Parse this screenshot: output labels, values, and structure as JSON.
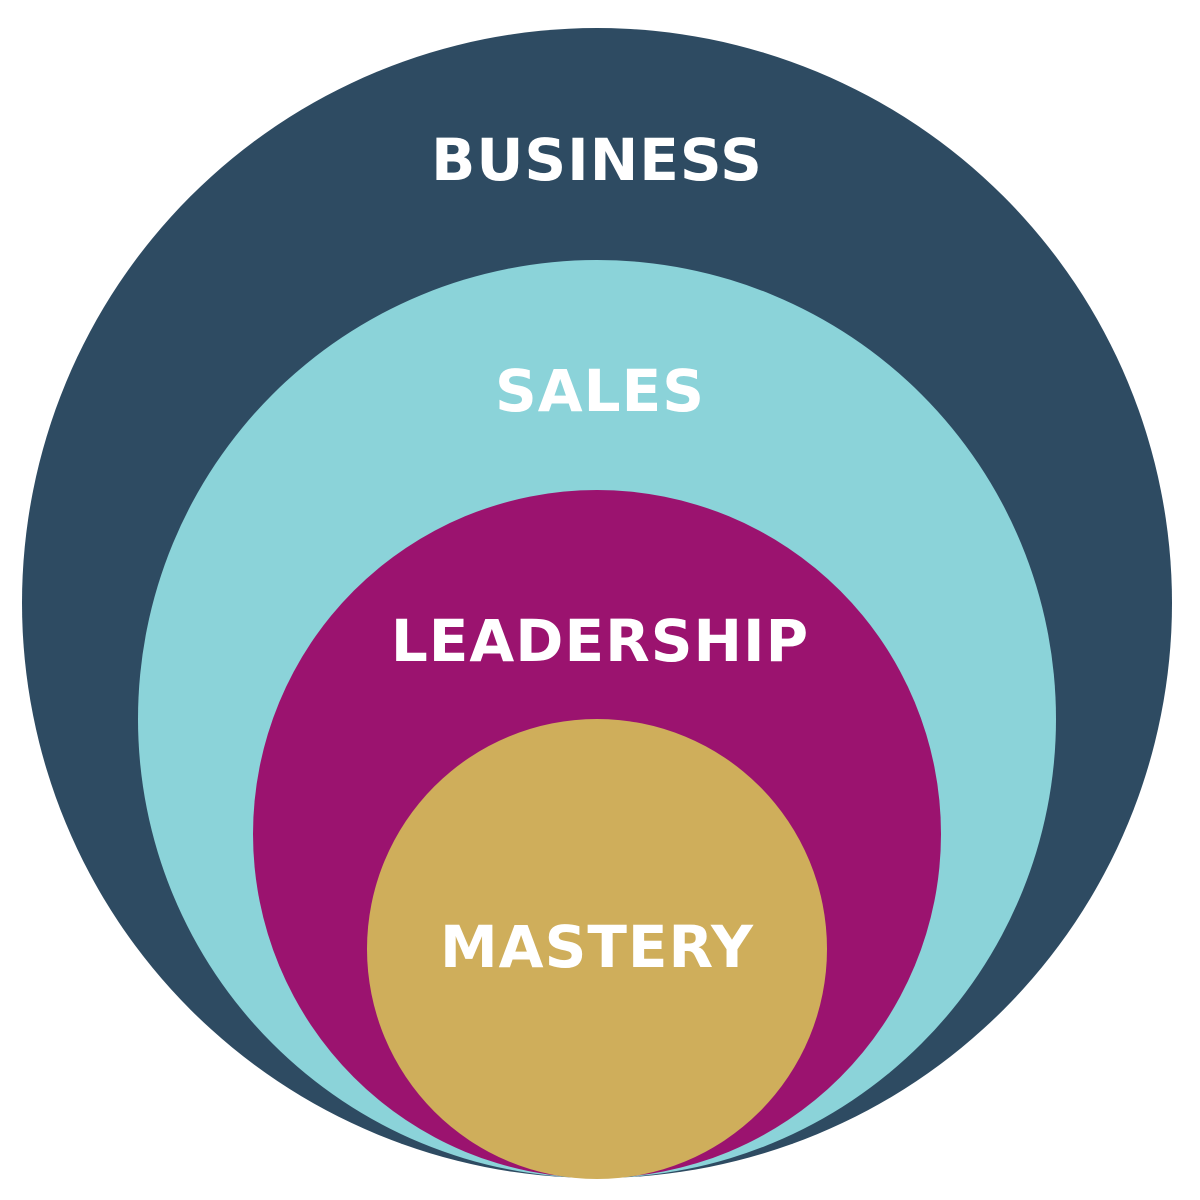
{
  "diagram": {
    "rings": [
      {
        "label": "BUSINESS",
        "color": "#2e4b62"
      },
      {
        "label": "SALES",
        "color": "#8bd3d9"
      },
      {
        "label": "LEADERSHIP",
        "color": "#9b136f"
      },
      {
        "label": "MASTERY",
        "color": "#cfae5b"
      }
    ],
    "label_color": "#ffffff",
    "background": "#ffffff"
  }
}
